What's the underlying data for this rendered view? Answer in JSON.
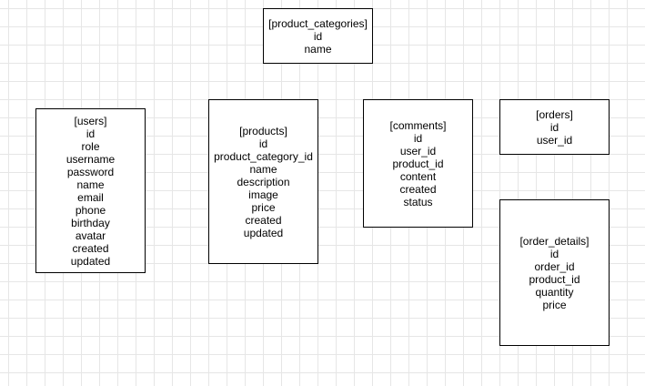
{
  "entities": {
    "product_categories": {
      "title": "[product_categories]",
      "fields": [
        "id",
        "name"
      ]
    },
    "users": {
      "title": "[users]",
      "fields": [
        "id",
        "role",
        "username",
        "password",
        "name",
        "email",
        "phone",
        "birthday",
        "avatar",
        "created",
        "updated"
      ]
    },
    "products": {
      "title": "[products]",
      "fields": [
        "id",
        "product_category_id",
        "name",
        "description",
        "image",
        "price",
        "created",
        "updated"
      ]
    },
    "comments": {
      "title": "[comments]",
      "fields": [
        "id",
        "user_id",
        "product_id",
        "content",
        "created",
        "status"
      ]
    },
    "orders": {
      "title": "[orders]",
      "fields": [
        "id",
        "user_id"
      ]
    },
    "order_details": {
      "title": "[order_details]",
      "fields": [
        "id",
        "order_id",
        "product_id",
        "quantity",
        "price"
      ]
    }
  },
  "colors": {
    "grid": "#e6e6e6",
    "border": "#000000",
    "background": "#ffffff"
  }
}
